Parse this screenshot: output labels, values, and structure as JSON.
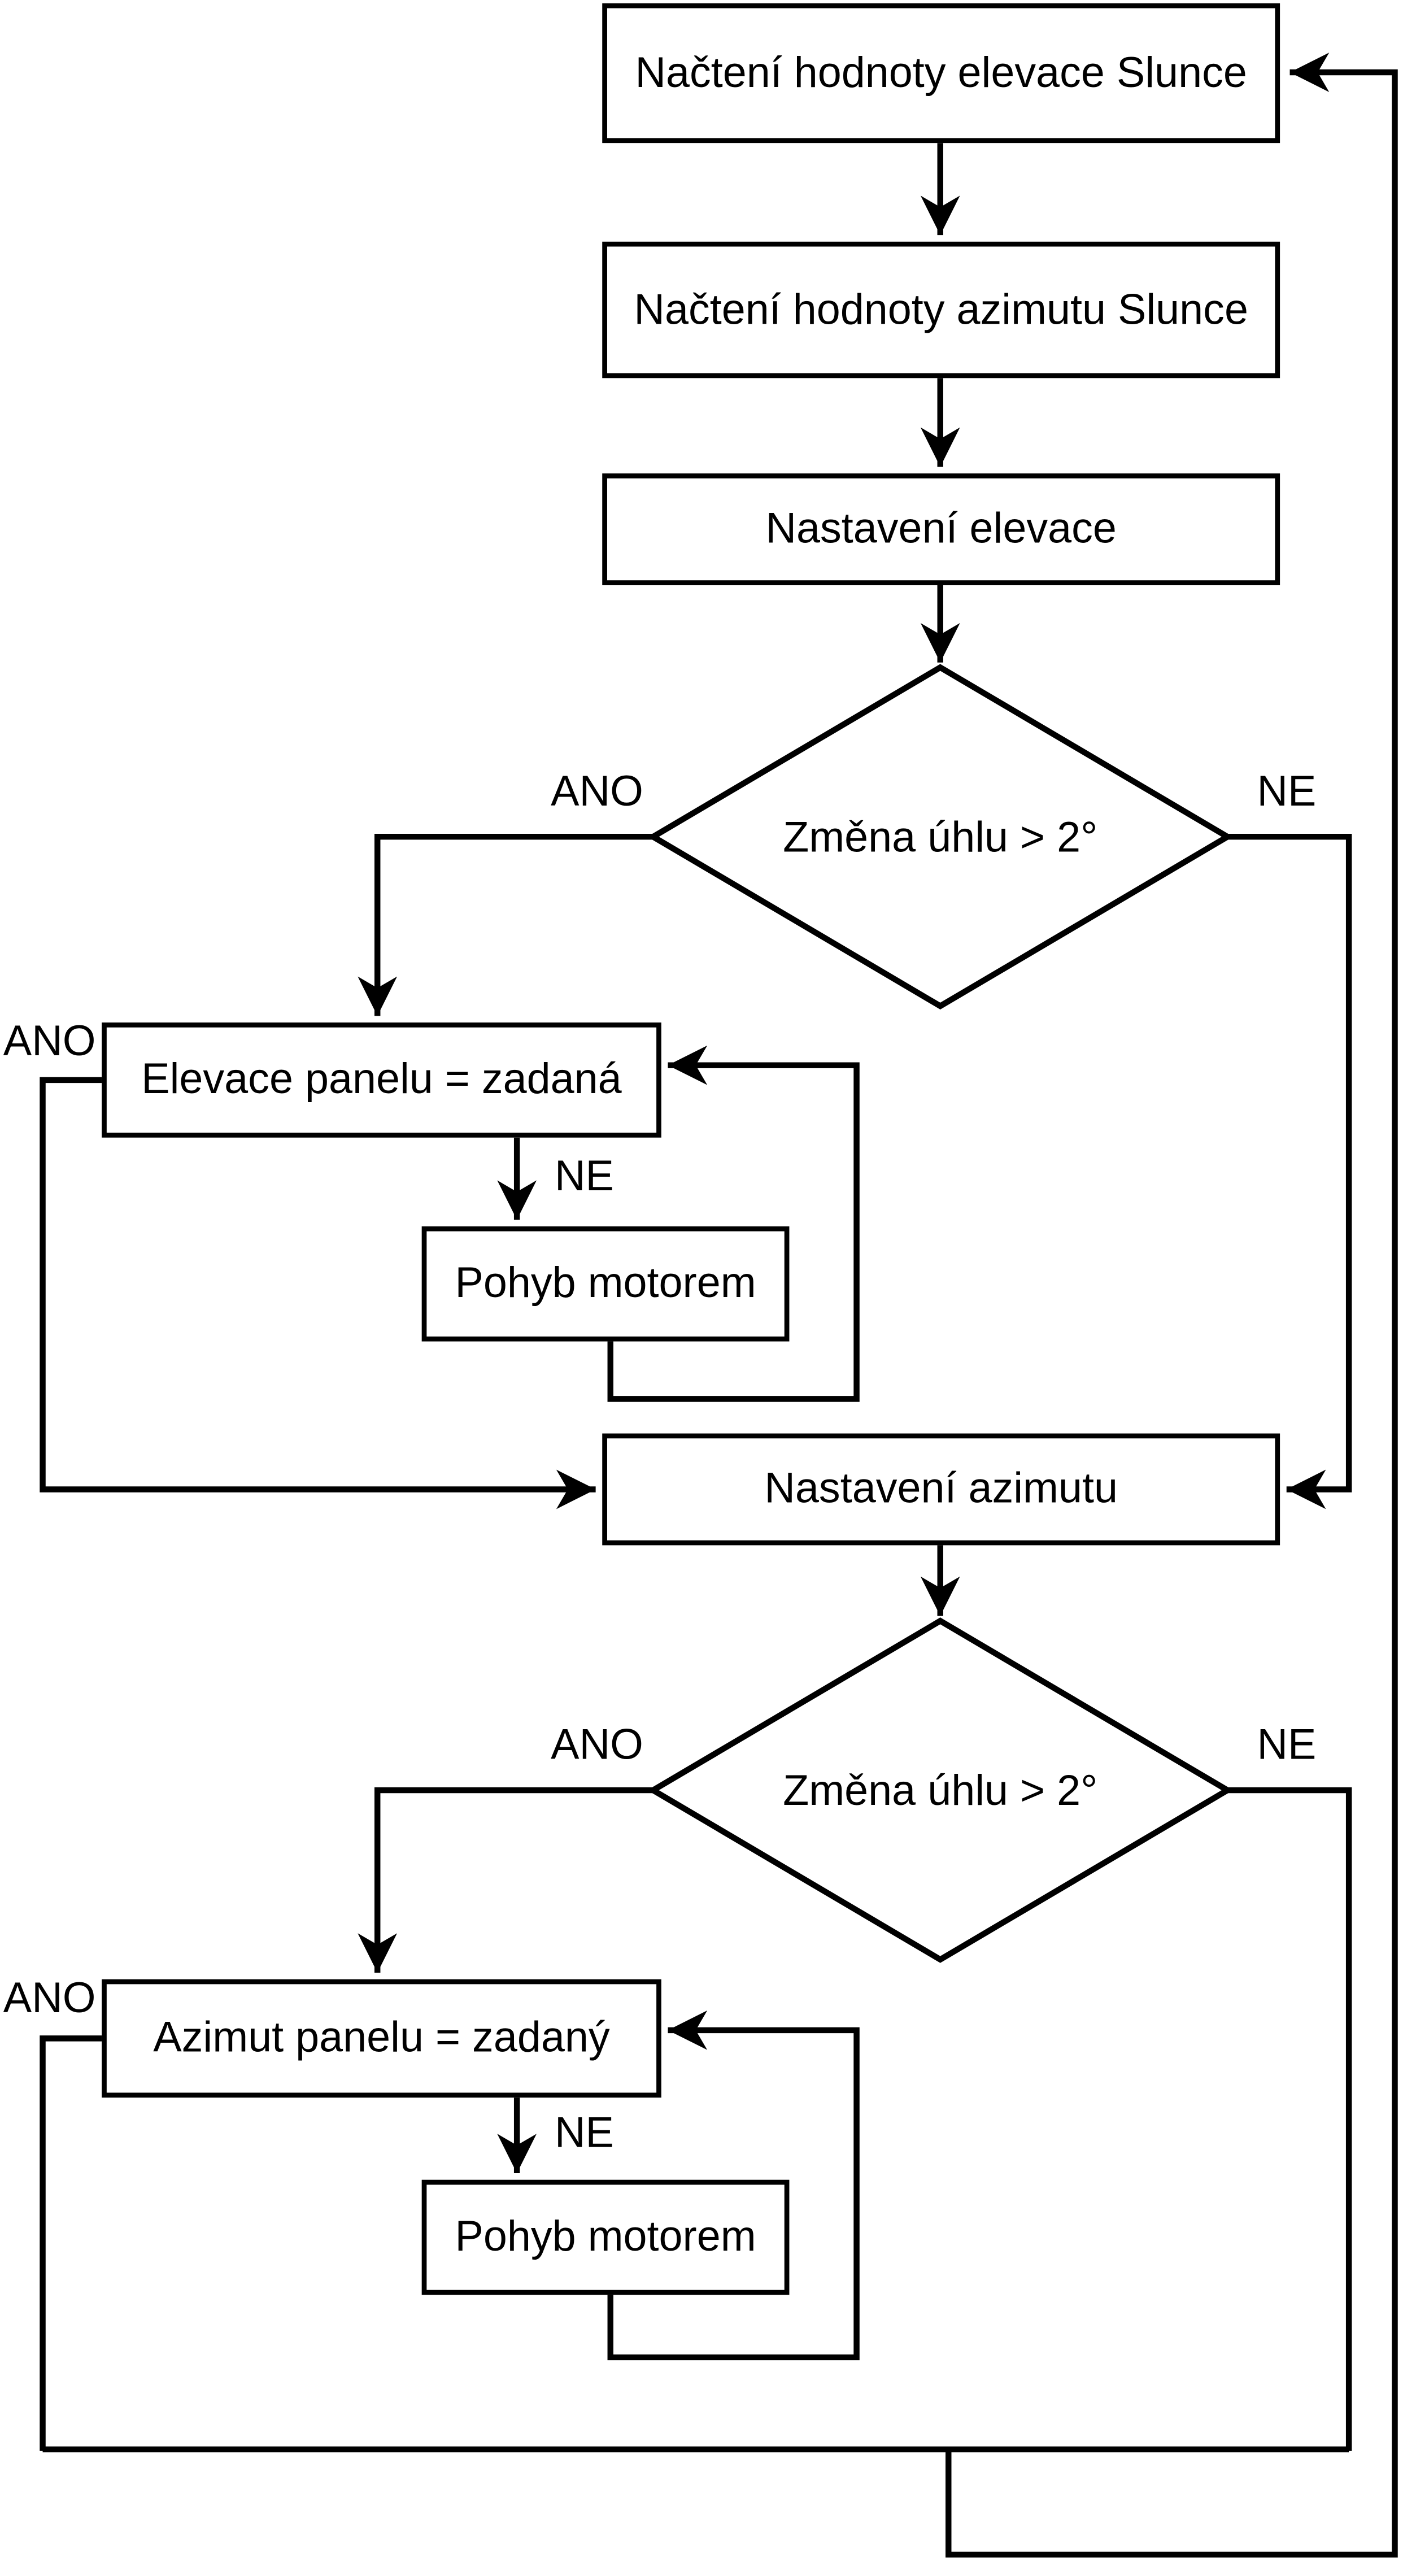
{
  "colors": {
    "background": "#ffffff",
    "line": "#000000",
    "node_fill": "#ffffff",
    "text": "#000000"
  },
  "nodes": {
    "load_elevation": "Načtení hodnoty elevace Slunce",
    "load_azimuth": "Načtení hodnoty azimutu Slunce",
    "set_elevation": "Nastavení elevace",
    "decision_elevation": "Změna úhlu > 2°",
    "elevation_panel": "Elevace panelu = zadaná",
    "motor_elevation": "Pohyb motorem",
    "set_azimuth": "Nastavení azimutu",
    "decision_azimuth": "Změna úhlu > 2°",
    "azimuth_panel": "Azimut panelu = zadaný",
    "motor_azimuth": "Pohyb motorem"
  },
  "labels": {
    "decision_elevation_yes": "ANO",
    "decision_elevation_no": "NE",
    "elevation_loop_exit_yes": "ANO",
    "elevation_loop_no": "NE",
    "decision_azimuth_yes": "ANO",
    "decision_azimuth_no": "NE",
    "azimuth_loop_exit_yes": "ANO",
    "azimuth_loop_no": "NE"
  }
}
